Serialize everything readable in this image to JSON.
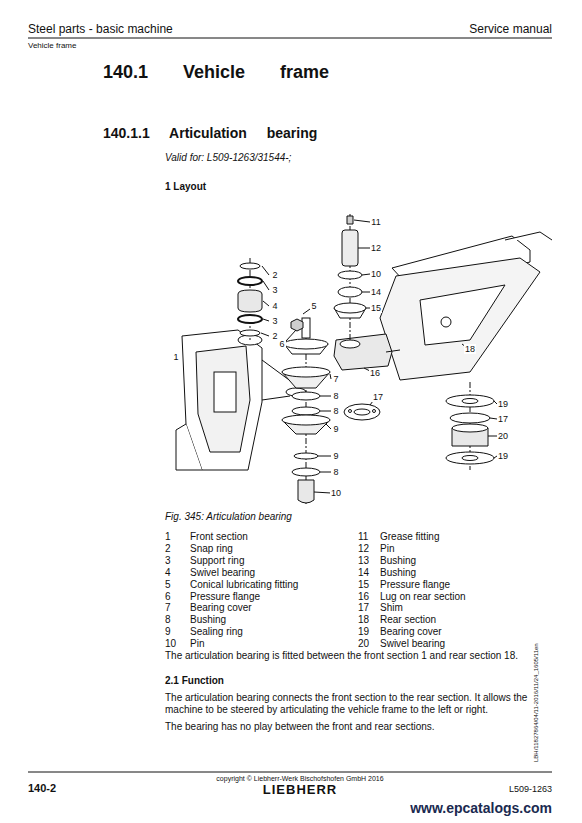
{
  "diagram": {
    "title": "140.1 Vehicle frame",
    "caption": "Fig. 345: Articulation bearing",
    "labels": [
      "Steel parts - basic machine",
      "Service manual",
      "Vehicle frame",
      "140.1.1 Articulation bearing",
      "Valid for: L509-1263/31544-;",
      "1 Layout",
      "11",
      "12",
      "10",
      "14",
      "15",
      "2",
      "3",
      "4",
      "3",
      "2",
      "5",
      "6",
      "1",
      "7",
      "8",
      "8",
      "9",
      "9",
      "8",
      "10",
      "16",
      "18",
      "17",
      "19",
      "17",
      "20",
      "19",
      "1",
      "Front section",
      "11",
      "Grease fitting",
      "2",
      "Snap ring",
      "12",
      "Pin",
      "3",
      "Support ring",
      "13",
      "Bushing",
      "4",
      "Swivel bearing",
      "14",
      "Bushing",
      "5",
      "Conical lubricating fitting",
      "15",
      "Pressure flange",
      "6",
      "Pressure flange",
      "16",
      "Lug on rear section",
      "7",
      "Bearing cover",
      "17",
      "Shim",
      "8",
      "Bushing",
      "18",
      "Rear section",
      "9",
      "Sealing ring",
      "19",
      "Bearing cover",
      "10",
      "Pin",
      "20",
      "Swivel bearing",
      "The articulation bearing is fitted between the front section 1 and rear section 18.",
      "2.1 Function",
      "The articulation bearing connects the front section to the rear section. It allows the machine to be steered by articulating the vehicle frame to the left or right.",
      "The bearing has no play between the front and rear sections.",
      "copyright © Liebherr-Werk Bischofshofen GmbH 2016",
      "LIEBHERR",
      "140-2",
      "L509-1263",
      "www.epcatalogs.com",
      "LBH/11827864/04/11-2016/11/24_1605/11en"
    ]
  }
}
